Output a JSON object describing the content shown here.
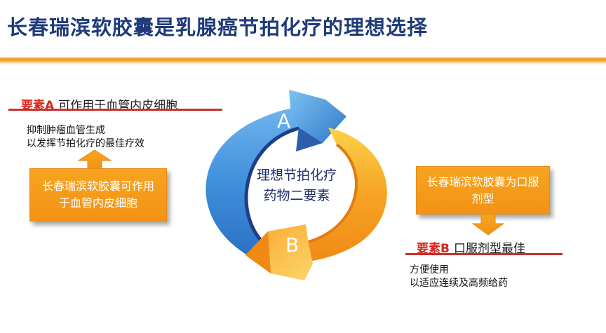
{
  "slide": {
    "title": "长春瑞滨软胶囊是乳腺癌节拍化疗的理想选择"
  },
  "element_a": {
    "key": "要素A",
    "heading": "可作用于血管内皮细胞",
    "desc_lines": [
      "抑制肿瘤血管生成",
      "以发挥节拍化疗的最佳疗效"
    ],
    "box_text": "长春瑞滨软胶囊可作用于血管内皮细胞"
  },
  "element_b": {
    "key": "要素B",
    "heading": "口服剂型最佳",
    "desc_lines": [
      "方便使用",
      "以适应连续及高频给药"
    ],
    "box_text": "长春瑞滨软胶囊为口服剂型"
  },
  "cycle": {
    "center_lines": [
      "理想节拍化疗",
      "药物二要素"
    ],
    "letter_a": "A",
    "letter_b": "B"
  },
  "colors": {
    "title": "#1f3a78",
    "accent_red": "#d9261c",
    "orange": "#f29315",
    "blue": "#4a90d9"
  }
}
